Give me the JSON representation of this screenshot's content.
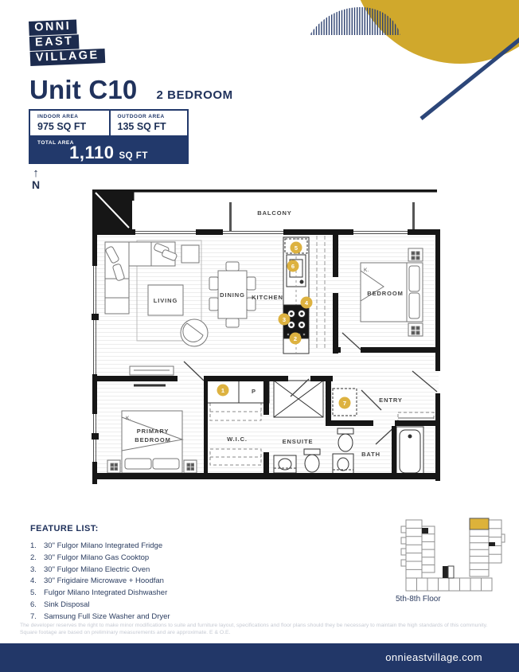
{
  "brand": {
    "logo_lines": [
      "ONNI",
      "EAST",
      "VILLAGE"
    ]
  },
  "header": {
    "unit_title": "Unit C10",
    "unit_type": "2 BEDROOM"
  },
  "area_table": {
    "indoor_label": "INDOOR AREA",
    "indoor_value": "975 SQ FT",
    "outdoor_label": "OUTDOOR AREA",
    "outdoor_value": "135 SQ FT",
    "total_label": "TOTAL AREA",
    "total_value": "1,110",
    "total_unit": "SQ FT"
  },
  "compass": {
    "arrow": "↑",
    "label": "N"
  },
  "floor_plan": {
    "rooms": {
      "balcony": "BALCONY",
      "living": "LIVING",
      "dining": "DINING",
      "kitchen": "KITCHEN",
      "bedroom": "BEDROOM",
      "primary_line1": "PRIMARY",
      "primary_line2": "BEDROOM",
      "wic": "W.I.C.",
      "ensuite": "ENSUITE",
      "bath": "BATH",
      "entry": "ENTRY",
      "pantry": "P",
      "bedroom_k": "K.",
      "primary_k": "K."
    },
    "markers": [
      "1",
      "2",
      "3",
      "4",
      "5",
      "6",
      "7"
    ]
  },
  "feature_list": {
    "title": "FEATURE LIST:",
    "items": [
      {
        "num": "1.",
        "text": "30\" Fulgor Milano Integrated Fridge"
      },
      {
        "num": "2.",
        "text": "30\" Fulgor Milano Gas Cooktop"
      },
      {
        "num": "3.",
        "text": "30\" Fulgor Milano Electric Oven"
      },
      {
        "num": "4.",
        "text": "30\" Frigidaire Microwave + Hoodfan"
      },
      {
        "num": "5.",
        "text": "Fulgor Milano Integrated Dishwasher"
      },
      {
        "num": "6.",
        "text": "Sink Disposal"
      },
      {
        "num": "7.",
        "text": "Samsung Full Size Washer and Dryer"
      }
    ]
  },
  "keyplan": {
    "caption": "5th-8th Floor",
    "highlight_color": "#ddb23a"
  },
  "disclaimer": "The developer reserves the right to make minor modifications to suite and furniture layout, specifications and floor plans should they be necessary to maintain the high standards of this community. Square footage are based on preliminary measurements and are approximate. E & O.E.",
  "footer": {
    "website": "onnieastvillage.com"
  },
  "colors": {
    "navy": "#22396b",
    "logo_navy": "#1c2b4e",
    "accent_yellow": "#d0a82c",
    "marker_yellow": "#ddb240",
    "footer_navy": "#223768"
  }
}
